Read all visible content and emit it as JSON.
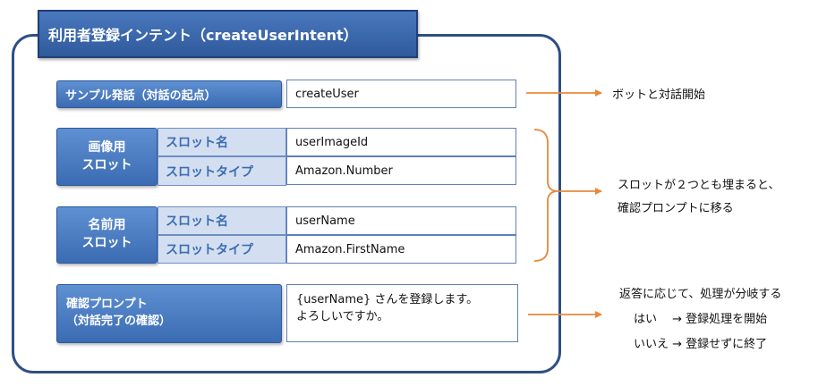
{
  "title": "利用者登録インテント（createUserIntent）",
  "sample": {
    "label": "サンプル発話（対話の起点）",
    "value": "createUser",
    "note": "ボットと対話開始"
  },
  "image_slot": {
    "label_line1": "画像用",
    "label_line2": "スロット",
    "name_label": "スロット名",
    "name_value": "userImageId",
    "type_label": "スロットタイプ",
    "type_value": "Amazon.Number"
  },
  "name_slot": {
    "label_line1": "名前用",
    "label_line2": "スロット",
    "name_label": "スロット名",
    "name_value": "userName",
    "type_label": "スロットタイプ",
    "type_value": "Amazon.FirstName"
  },
  "slots_note": {
    "line1": "スロットが２つとも埋まると、",
    "line2": "確認プロンプトに移る"
  },
  "confirm": {
    "label_line1": "確認プロンプト",
    "label_line2": "（対話完了の確認）",
    "value_line1": "{userName} さんを登録します。",
    "value_line2": "よろしいですか。",
    "note_line1": "返答に応じて、処理が分岐する",
    "note_line2": "はい　 → 登録処理を開始",
    "note_line3": "いいえ → 登録せずに終了"
  },
  "colors": {
    "frame": "#2f4f86",
    "accent_blue": "#3b6cb3",
    "arrow": "#e8883a"
  }
}
